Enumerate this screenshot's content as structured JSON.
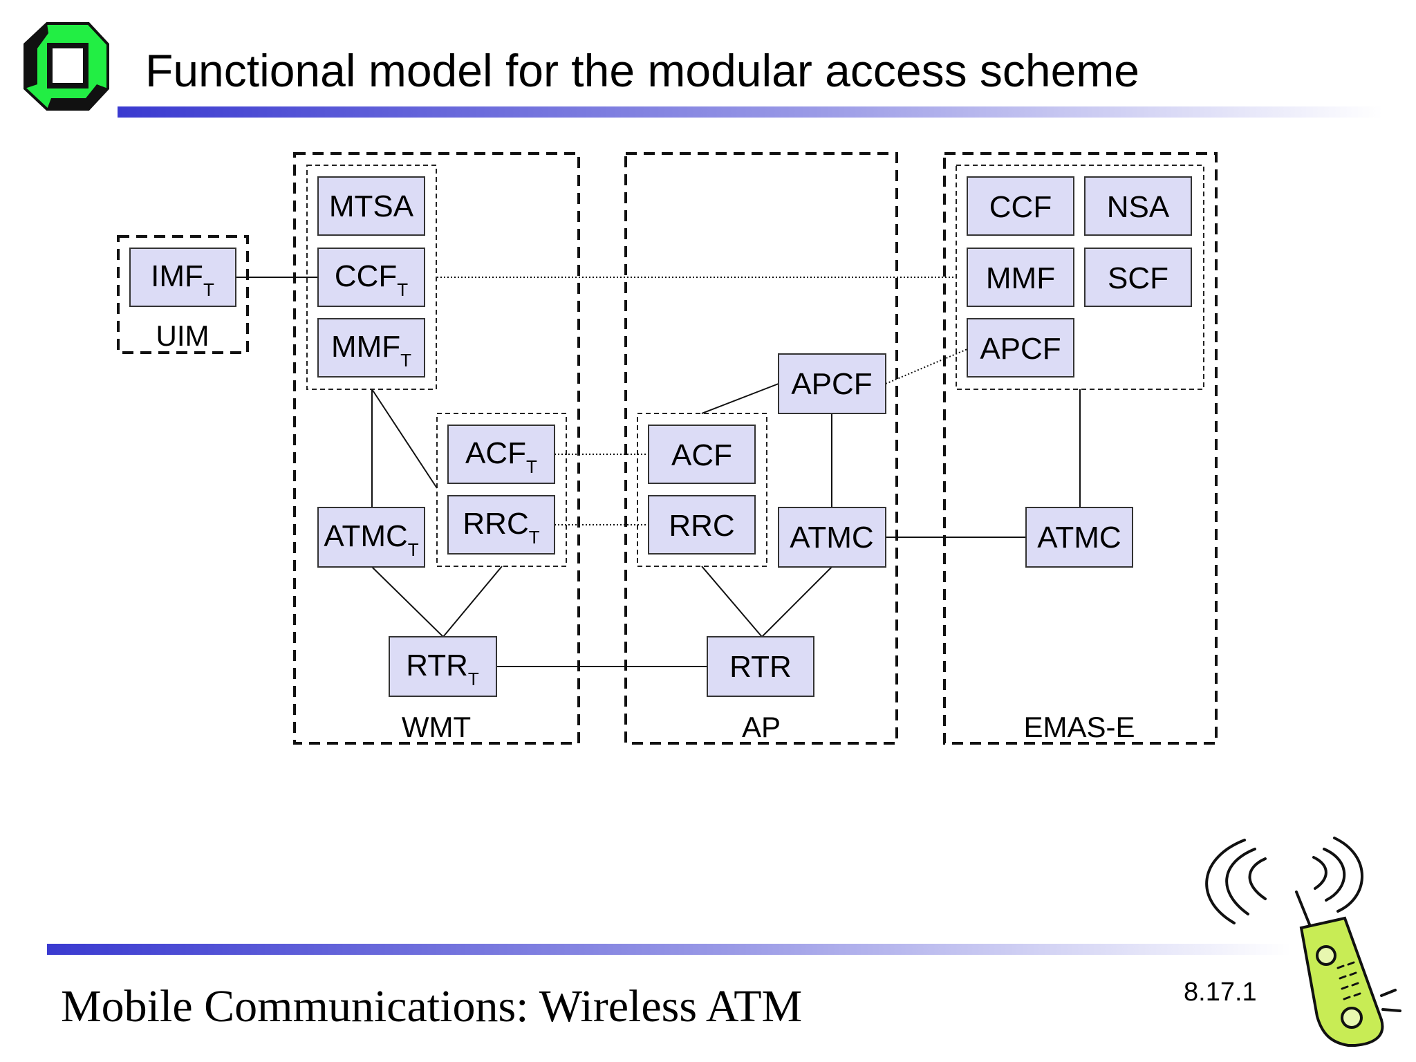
{
  "slide": {
    "title": "Functional model for the modular access scheme",
    "footer": "Mobile Communications: Wireless ATM",
    "slide_number": "8.17.1",
    "logo_icon": "university-logo-icon",
    "phone_icon": "mobile-phone-clipart-icon"
  },
  "colors": {
    "box_fill": "#dcdcf6",
    "box_stroke": "#333333",
    "header_bar": "#3a3ad0",
    "logo_green": "#22ee44"
  },
  "diagram": {
    "groups": [
      "UIM",
      "WMT",
      "AP",
      "EMAS-E"
    ],
    "nodes": {
      "imf_t": {
        "main": "IMF",
        "sub": "T"
      },
      "mtsa": {
        "main": "MTSA",
        "sub": ""
      },
      "ccf_t": {
        "main": "CCF",
        "sub": "T"
      },
      "mmf_t": {
        "main": "MMF",
        "sub": "T"
      },
      "acf_t": {
        "main": "ACF",
        "sub": "T"
      },
      "rrc_t": {
        "main": "RRC",
        "sub": "T"
      },
      "atmc_t": {
        "main": "ATMC",
        "sub": "T"
      },
      "rtr_t": {
        "main": "RTR",
        "sub": "T"
      },
      "acf": {
        "main": "ACF",
        "sub": ""
      },
      "rrc": {
        "main": "RRC",
        "sub": ""
      },
      "apcf_ap": {
        "main": "APCF",
        "sub": ""
      },
      "atmc_ap": {
        "main": "ATMC",
        "sub": ""
      },
      "rtr": {
        "main": "RTR",
        "sub": ""
      },
      "ccf": {
        "main": "CCF",
        "sub": ""
      },
      "nsa": {
        "main": "NSA",
        "sub": ""
      },
      "mmf": {
        "main": "MMF",
        "sub": ""
      },
      "scf": {
        "main": "SCF",
        "sub": ""
      },
      "apcf_e": {
        "main": "APCF",
        "sub": ""
      },
      "atmc_e": {
        "main": "ATMC",
        "sub": ""
      }
    }
  }
}
